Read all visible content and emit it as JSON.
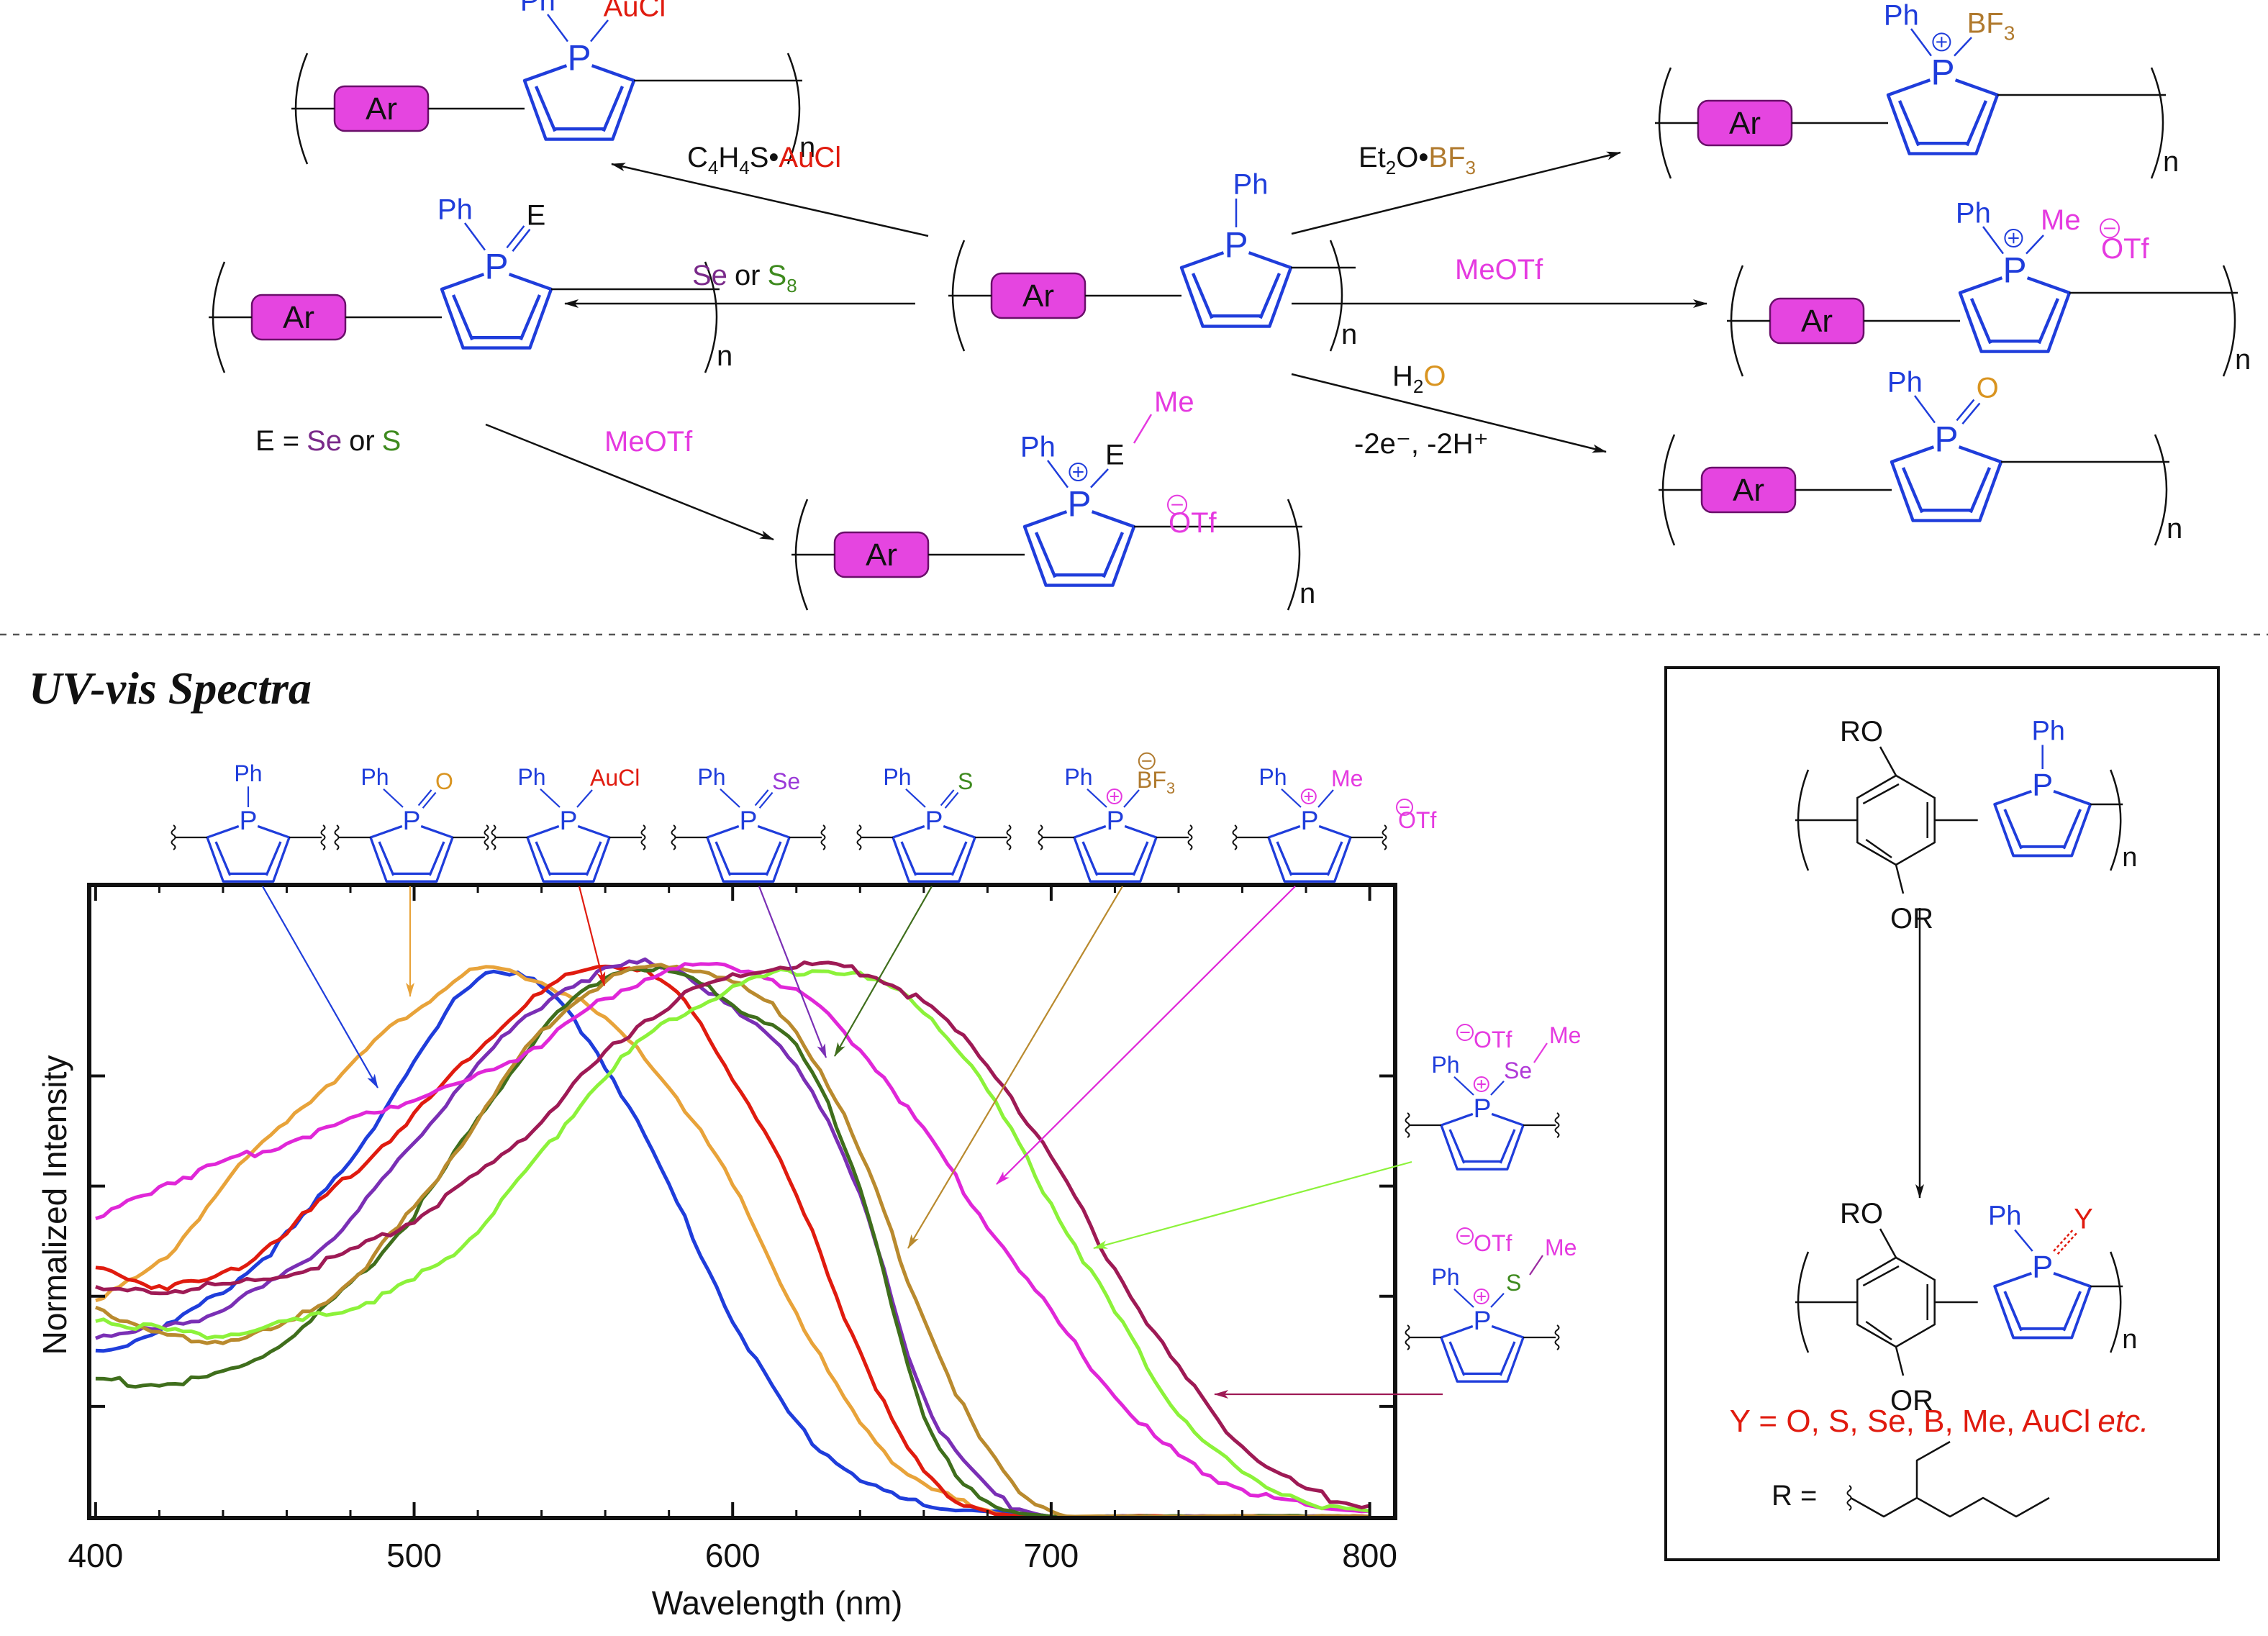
{
  "scheme": {
    "ar": "Ar",
    "n": "n",
    "ph": "Ph",
    "p": "P",
    "auCl": "AuCl",
    "bf3": "BF",
    "three": "3",
    "me": "Me",
    "otf": "OTf",
    "e": "E",
    "o": "O",
    "reagent_aucl_prefix": "C",
    "reagent_aucl_sub4": "4",
    "reagent_aucl_h": "H",
    "reagent_aucl_s": "S•",
    "reagent_bf3_prefix": "Et",
    "reagent_bf3_sub2": "2",
    "reagent_bf3_o": "O•",
    "reagent_se": "Se",
    "reagent_or": "or",
    "reagent_s": "S",
    "reagent_s_sub": "8",
    "reagent_meotf": "MeOTf",
    "reagent_h2o_h": "H",
    "reagent_h2o_sub": "2",
    "reagent_h2o_o": "O",
    "reagent_ox": "-2e⁻, -2H⁺",
    "e_definition_prefix": "E =",
    "e_definition_se": "Se",
    "e_definition_or": "or",
    "e_definition_s": "S"
  },
  "colors": {
    "blue": "#1f3ddb",
    "red": "#e01b0f",
    "brown": "#b07a2e",
    "magenta": "#e53ae0",
    "purple": "#7a2a8a",
    "green": "#3e8a1e",
    "ar_fill": "#e545e0",
    "orange_o": "#d99420"
  },
  "section_title": "UV-vis Spectra",
  "inset": {
    "ro": "RO",
    "or": "OR",
    "ph": "Ph",
    "p": "P",
    "n": "n",
    "y": "Y",
    "y_definition": "Y = O, S, Se, B, Me, AuCl",
    "y_definition_etc": "etc.",
    "r_label": "R ="
  },
  "chart_data": {
    "type": "line",
    "title": "",
    "xlabel": "Wavelength (nm)",
    "ylabel": "Normalized Intensity",
    "xlim": [
      398,
      808
    ],
    "ylim": [
      0,
      1.0
    ],
    "xticks": [
      400,
      500,
      600,
      700,
      800
    ],
    "yticks": [
      0.2,
      0.4,
      0.6,
      0.8
    ],
    "grid": false,
    "x": [
      400,
      420,
      440,
      460,
      480,
      500,
      520,
      540,
      560,
      580,
      600,
      620,
      640,
      660,
      680,
      700,
      720,
      740,
      760,
      780,
      800
    ],
    "series": [
      {
        "key": "ph",
        "color": "#1f3ddb",
        "values": [
          0.3,
          0.34,
          0.41,
          0.51,
          0.65,
          0.82,
          0.98,
          0.96,
          0.82,
          0.6,
          0.36,
          0.17,
          0.07,
          0.02,
          0.01,
          0.0,
          0.0,
          0.0,
          0.0,
          0.0,
          0.0
        ]
      },
      {
        "key": "oxide",
        "color": "#e8a33a",
        "values": [
          0.4,
          0.46,
          0.6,
          0.72,
          0.82,
          0.92,
          0.99,
          0.97,
          0.9,
          0.78,
          0.6,
          0.37,
          0.17,
          0.06,
          0.01,
          0.0,
          0.0,
          0.0,
          0.0,
          0.0,
          0.0
        ]
      },
      {
        "key": "aucl",
        "color": "#e01b0f",
        "values": [
          0.45,
          0.42,
          0.44,
          0.52,
          0.62,
          0.73,
          0.85,
          0.95,
          1.0,
          0.96,
          0.8,
          0.58,
          0.3,
          0.08,
          0.01,
          0.0,
          0.0,
          0.0,
          0.0,
          0.0,
          0.0
        ]
      },
      {
        "key": "se",
        "color": "#7a2fb5",
        "values": [
          0.33,
          0.34,
          0.38,
          0.44,
          0.54,
          0.68,
          0.82,
          0.93,
          0.99,
          1.0,
          0.92,
          0.82,
          0.58,
          0.22,
          0.05,
          0.0,
          0.0,
          0.0,
          0.0,
          0.0,
          0.0
        ]
      },
      {
        "key": "s",
        "color": "#3f6e1c",
        "values": [
          0.25,
          0.24,
          0.26,
          0.32,
          0.42,
          0.55,
          0.72,
          0.88,
          0.98,
          0.99,
          0.93,
          0.85,
          0.6,
          0.18,
          0.03,
          0.0,
          0.0,
          0.0,
          0.0,
          0.0,
          0.0
        ]
      },
      {
        "key": "bf3",
        "color": "#b98a2e",
        "values": [
          0.38,
          0.33,
          0.32,
          0.35,
          0.43,
          0.56,
          0.72,
          0.88,
          0.97,
          1.0,
          0.97,
          0.88,
          0.66,
          0.36,
          0.12,
          0.01,
          0.0,
          0.0,
          0.0,
          0.0,
          0.0
        ]
      },
      {
        "key": "me",
        "color": "#e027d8",
        "values": [
          0.54,
          0.6,
          0.64,
          0.68,
          0.72,
          0.76,
          0.8,
          0.86,
          0.94,
          0.99,
          1.0,
          0.95,
          0.85,
          0.7,
          0.53,
          0.37,
          0.22,
          0.11,
          0.05,
          0.02,
          0.01
        ]
      },
      {
        "key": "seme",
        "color": "#8cf23a",
        "values": [
          0.36,
          0.34,
          0.33,
          0.35,
          0.38,
          0.43,
          0.52,
          0.66,
          0.8,
          0.9,
          0.96,
          0.99,
          0.98,
          0.92,
          0.77,
          0.57,
          0.37,
          0.19,
          0.08,
          0.03,
          0.01
        ]
      },
      {
        "key": "sme",
        "color": "#9e1a55",
        "values": [
          0.41,
          0.41,
          0.42,
          0.44,
          0.48,
          0.54,
          0.62,
          0.72,
          0.84,
          0.93,
          0.98,
          1.0,
          0.99,
          0.93,
          0.82,
          0.65,
          0.45,
          0.27,
          0.13,
          0.05,
          0.02
        ]
      }
    ]
  }
}
